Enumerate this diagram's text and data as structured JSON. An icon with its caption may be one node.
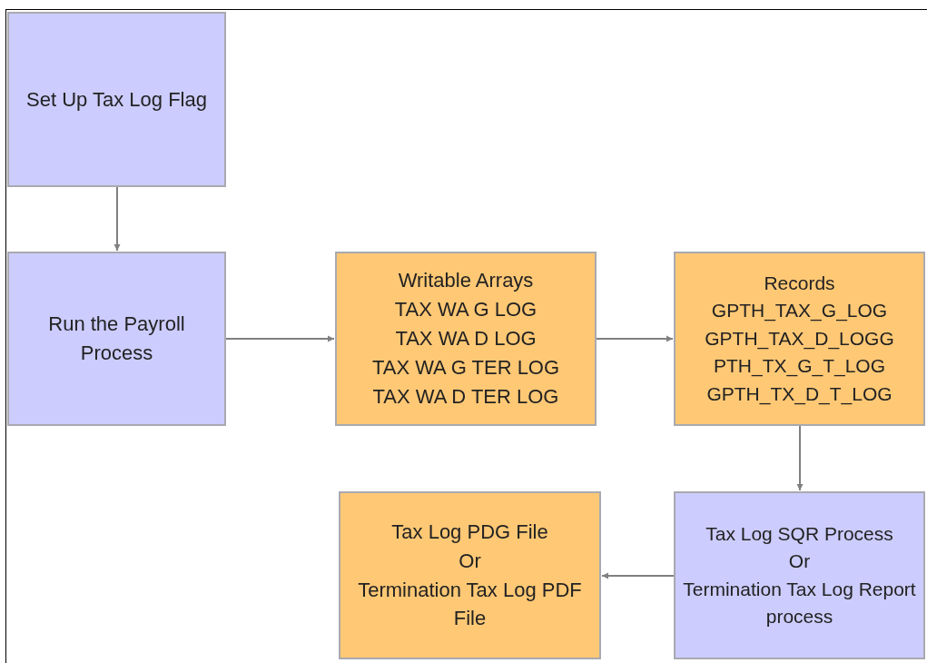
{
  "diagram": {
    "nodes": [
      {
        "text": [
          "Set Up Tax Log Flag"
        ]
      },
      {
        "text": [
          "Run the Payroll Process"
        ]
      },
      {
        "text": [
          "Writable Arrays",
          "TAX WA G LOG",
          "TAX WA D LOG",
          "TAX WA G TER LOG",
          "TAX WA D TER LOG"
        ]
      },
      {
        "text": [
          "Records",
          "GPTH_TAX_G_LOG",
          "GPTH_TAX_D_LOGG",
          "PTH_TX_G_T_LOG",
          "GPTH_TX_D_T_LOG"
        ]
      },
      {
        "text": [
          "Tax Log PDG File",
          "Or",
          "Termination Tax Log PDF File"
        ]
      },
      {
        "text": [
          "Tax Log SQR Process",
          "Or",
          "Termination Tax Log Report process"
        ]
      }
    ],
    "edges": [
      {
        "from": 0,
        "to": 1,
        "arrow": "to"
      },
      {
        "from": 1,
        "to": 2,
        "arrow": "to"
      },
      {
        "from": 2,
        "to": 3,
        "arrow": "to"
      },
      {
        "from": 3,
        "to": 5,
        "arrow": "to"
      },
      {
        "from": 5,
        "to": 4,
        "arrow": "to"
      }
    ]
  }
}
